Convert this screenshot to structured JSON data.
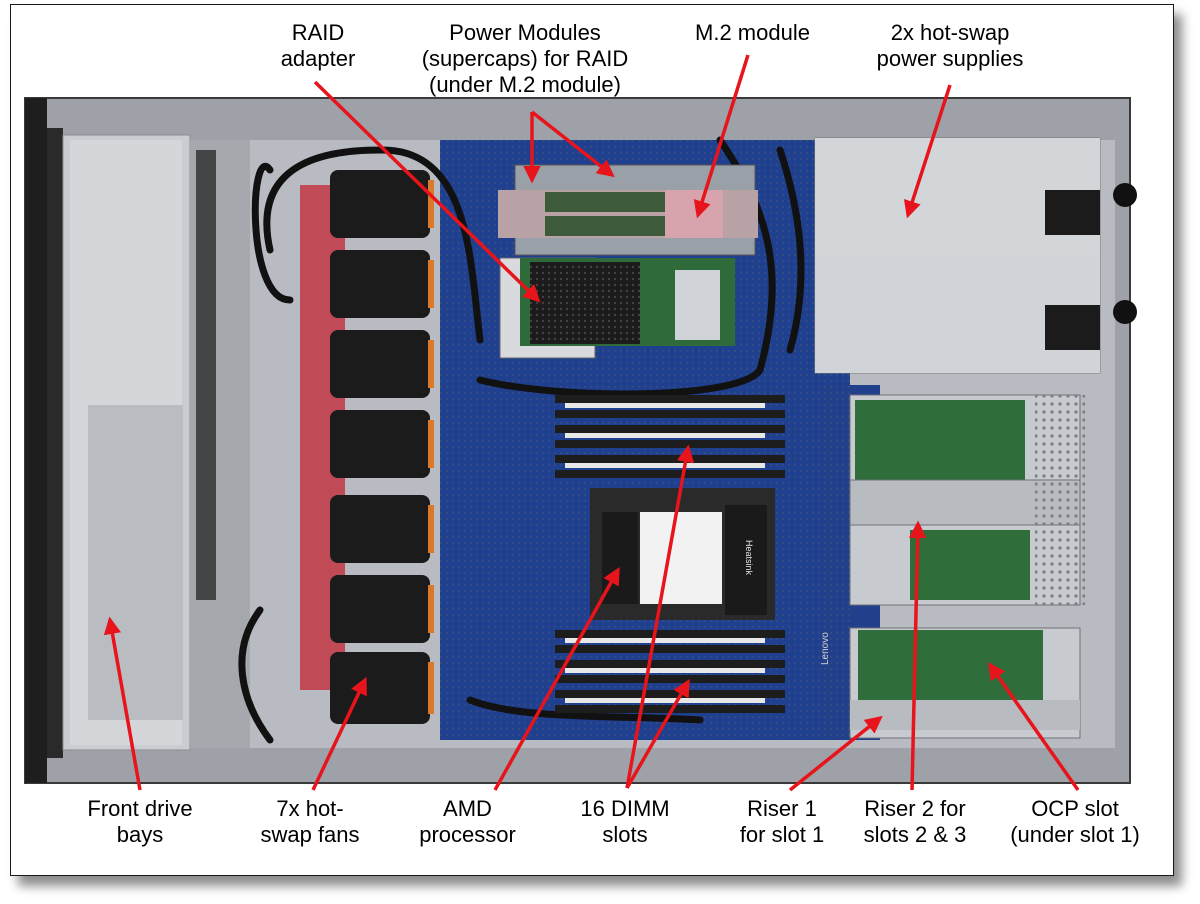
{
  "labels": {
    "raid_adapter": "RAID\nadapter",
    "power_modules": "Power Modules\n(supercaps) for RAID\n(under M.2 module)",
    "m2_module": "M.2 module",
    "power_supplies": "2x hot-swap\npower supplies",
    "front_drive_bays": "Front drive\nbays",
    "fans": "7x hot-\nswap fans",
    "amd_processor": "AMD\nprocessor",
    "dimm_slots": "16 DIMM\nslots",
    "riser1": "Riser 1\nfor slot 1",
    "riser2": "Riser 2 for\nslots 2 & 3",
    "ocp_slot": "OCP slot\n(under slot 1)"
  },
  "board_text": {
    "heatsink": "Heatsink",
    "brand": "Lenovo"
  },
  "colors": {
    "arrow": "#e8141c",
    "board": "#1f3f8f",
    "chassis": "#bfc2c7",
    "fan": "#1b1b1b",
    "pcb_green": "#2f6d3a",
    "red_baffle": "#c04a55"
  },
  "counts": {
    "fans": 7,
    "dimm_slots": 16
  }
}
